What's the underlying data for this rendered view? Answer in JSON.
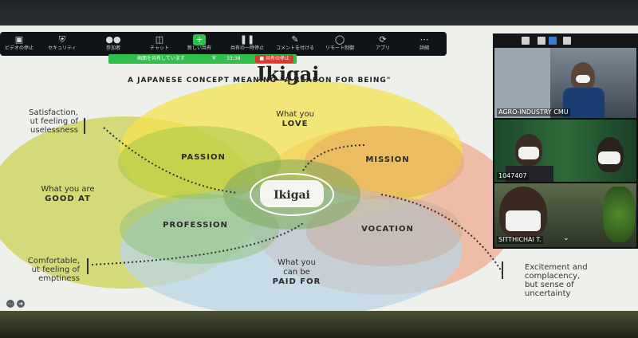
{
  "toolbar": {
    "items": [
      {
        "icon": "video-camera-icon",
        "label": "ビデオの停止"
      },
      {
        "icon": "shield-icon",
        "label": "セキュリティ"
      },
      {
        "icon": "participants-icon",
        "label": "参加者"
      },
      {
        "icon": "chat-icon",
        "label": "チャット"
      },
      {
        "icon": "share-screen-icon",
        "label": "新しい共有"
      },
      {
        "icon": "pause-icon",
        "label": "共有の一時停止"
      },
      {
        "icon": "pen-icon",
        "label": "コメントを付ける"
      },
      {
        "icon": "mouse-icon",
        "label": "リモート制御"
      },
      {
        "icon": "apps-icon",
        "label": "アプリ"
      },
      {
        "icon": "more-icon",
        "label": "詳細"
      }
    ]
  },
  "share_bar": {
    "status": "画面を共有しています",
    "time": "33:38",
    "stop_label": "共有の停止"
  },
  "slide": {
    "title": "Ikigai",
    "subtitle": "A JAPANESE CONCEPT MEANING \"A REASON FOR BEING\"",
    "love": {
      "line1": "What you",
      "line2": "LOVE"
    },
    "good_at": {
      "line1": "What you are",
      "line2": "GOOD AT"
    },
    "paid_for": {
      "line1": "What you",
      "line2": "can be",
      "line3": "PAID FOR"
    },
    "passion": "PASSION",
    "mission": "MISSION",
    "profession": "PROFESSION",
    "vocation": "VOCATION",
    "center": "Ikigai",
    "note_top_left": {
      "line1": "Satisfaction,",
      "line2": "ut feeling of",
      "line3": "uselessness"
    },
    "note_bottom_left": {
      "line1": "Comfortable,",
      "line2": "ut feeling of",
      "line3": "emptiness"
    },
    "note_bottom_right": {
      "line1": "Excitement and",
      "line2": "complacency,",
      "line3": "but sense of",
      "line4": "uncertainty"
    },
    "colors": {
      "love": "#f2e24a",
      "good_at": "#cfd25a",
      "paid_for": "#b9d6e6",
      "right": "#f0a58a",
      "center": "#6a9a5a"
    }
  },
  "participants": {
    "tiles": [
      {
        "name": "AGRO-INDUSTRY CMU"
      },
      {
        "name": "1047407"
      },
      {
        "name": "SITTHICHAI T."
      }
    ]
  }
}
